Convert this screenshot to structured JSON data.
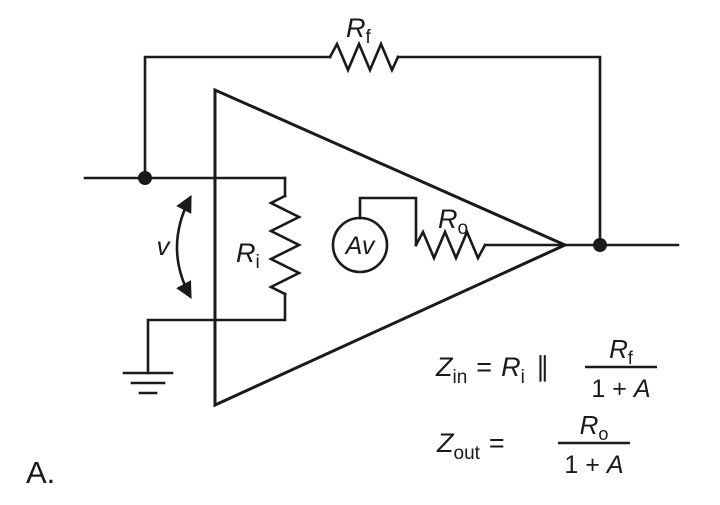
{
  "colors": {
    "line": "#1a1a1a",
    "background": "#ffffff"
  },
  "labels": {
    "rf_base": "R",
    "rf_sub": "f",
    "ri_base": "R",
    "ri_sub": "i",
    "ro_base": "R",
    "ro_sub": "o",
    "gain": "Av",
    "voltage": "v",
    "figure": "A."
  },
  "equations": {
    "zin": {
      "lhs_base": "Z",
      "lhs_sub": "in",
      "equals": "=",
      "term_base": "R",
      "term_sub": "i",
      "parallel": "∥",
      "num_base": "R",
      "num_sub": "f",
      "den_pre": "1 +",
      "den_var": "A"
    },
    "zout": {
      "lhs_base": "Z",
      "lhs_sub": "out",
      "equals": "=",
      "num_base": "R",
      "num_sub": "o",
      "den_pre": "1 +",
      "den_var": "A"
    }
  }
}
